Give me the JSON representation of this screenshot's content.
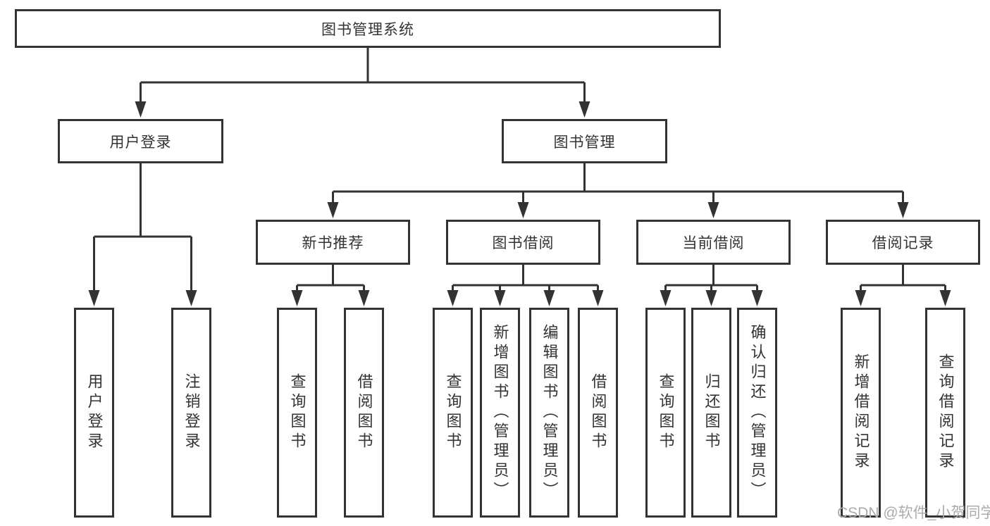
{
  "tree": {
    "label": "图书管理系统",
    "children": [
      {
        "label": "用户登录",
        "children": [
          {
            "label": "用户登录"
          },
          {
            "label": "注销登录"
          }
        ]
      },
      {
        "label": "图书管理",
        "children": [
          {
            "label": "新书推荐",
            "children": [
              {
                "label": "查询图书"
              },
              {
                "label": "借阅图书"
              }
            ]
          },
          {
            "label": "图书借阅",
            "children": [
              {
                "label": "查询图书"
              },
              {
                "label": "新增图书（管理员）"
              },
              {
                "label": "编辑图书（管理员）"
              },
              {
                "label": "借阅图书"
              }
            ]
          },
          {
            "label": "当前借阅",
            "children": [
              {
                "label": "查询图书"
              },
              {
                "label": "归还图书"
              },
              {
                "label": "确认归还（管理员）"
              }
            ]
          },
          {
            "label": "借阅记录",
            "children": [
              {
                "label": "新增借阅记录"
              },
              {
                "label": "查询借阅记录"
              }
            ]
          }
        ]
      }
    ]
  },
  "watermark": {
    "text": "CSDN @软件_小贺同学"
  },
  "colors": {
    "line": "#333333",
    "box_border": "#333333",
    "text": "#333333",
    "watermark": "#ababab",
    "background": "#ffffff"
  }
}
